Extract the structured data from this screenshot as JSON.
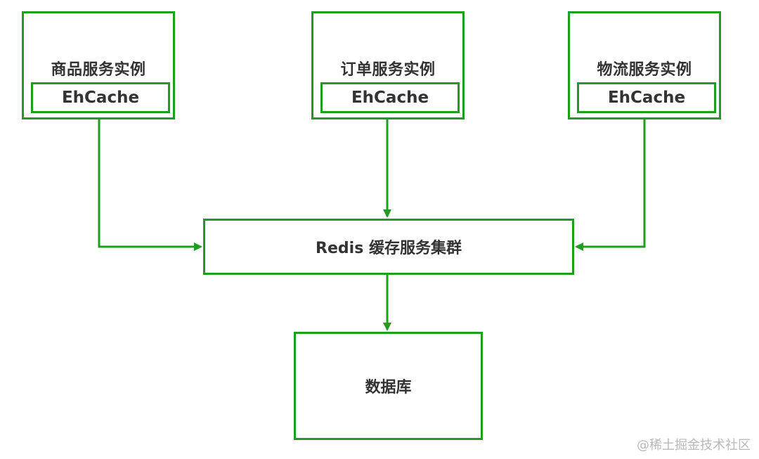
{
  "services": [
    {
      "title": "商品服务实例",
      "cache": "EhCache"
    },
    {
      "title": "订单服务实例",
      "cache": "EhCache"
    },
    {
      "title": "物流服务实例",
      "cache": "EhCache"
    }
  ],
  "cluster": {
    "label": "Redis 缓存服务集群"
  },
  "database": {
    "label": "数据库"
  },
  "watermark": "@稀土掘金技术社区",
  "colors": {
    "stroke": "#1f9d1f",
    "text": "#333333",
    "watermark": "#b8b8b8"
  }
}
